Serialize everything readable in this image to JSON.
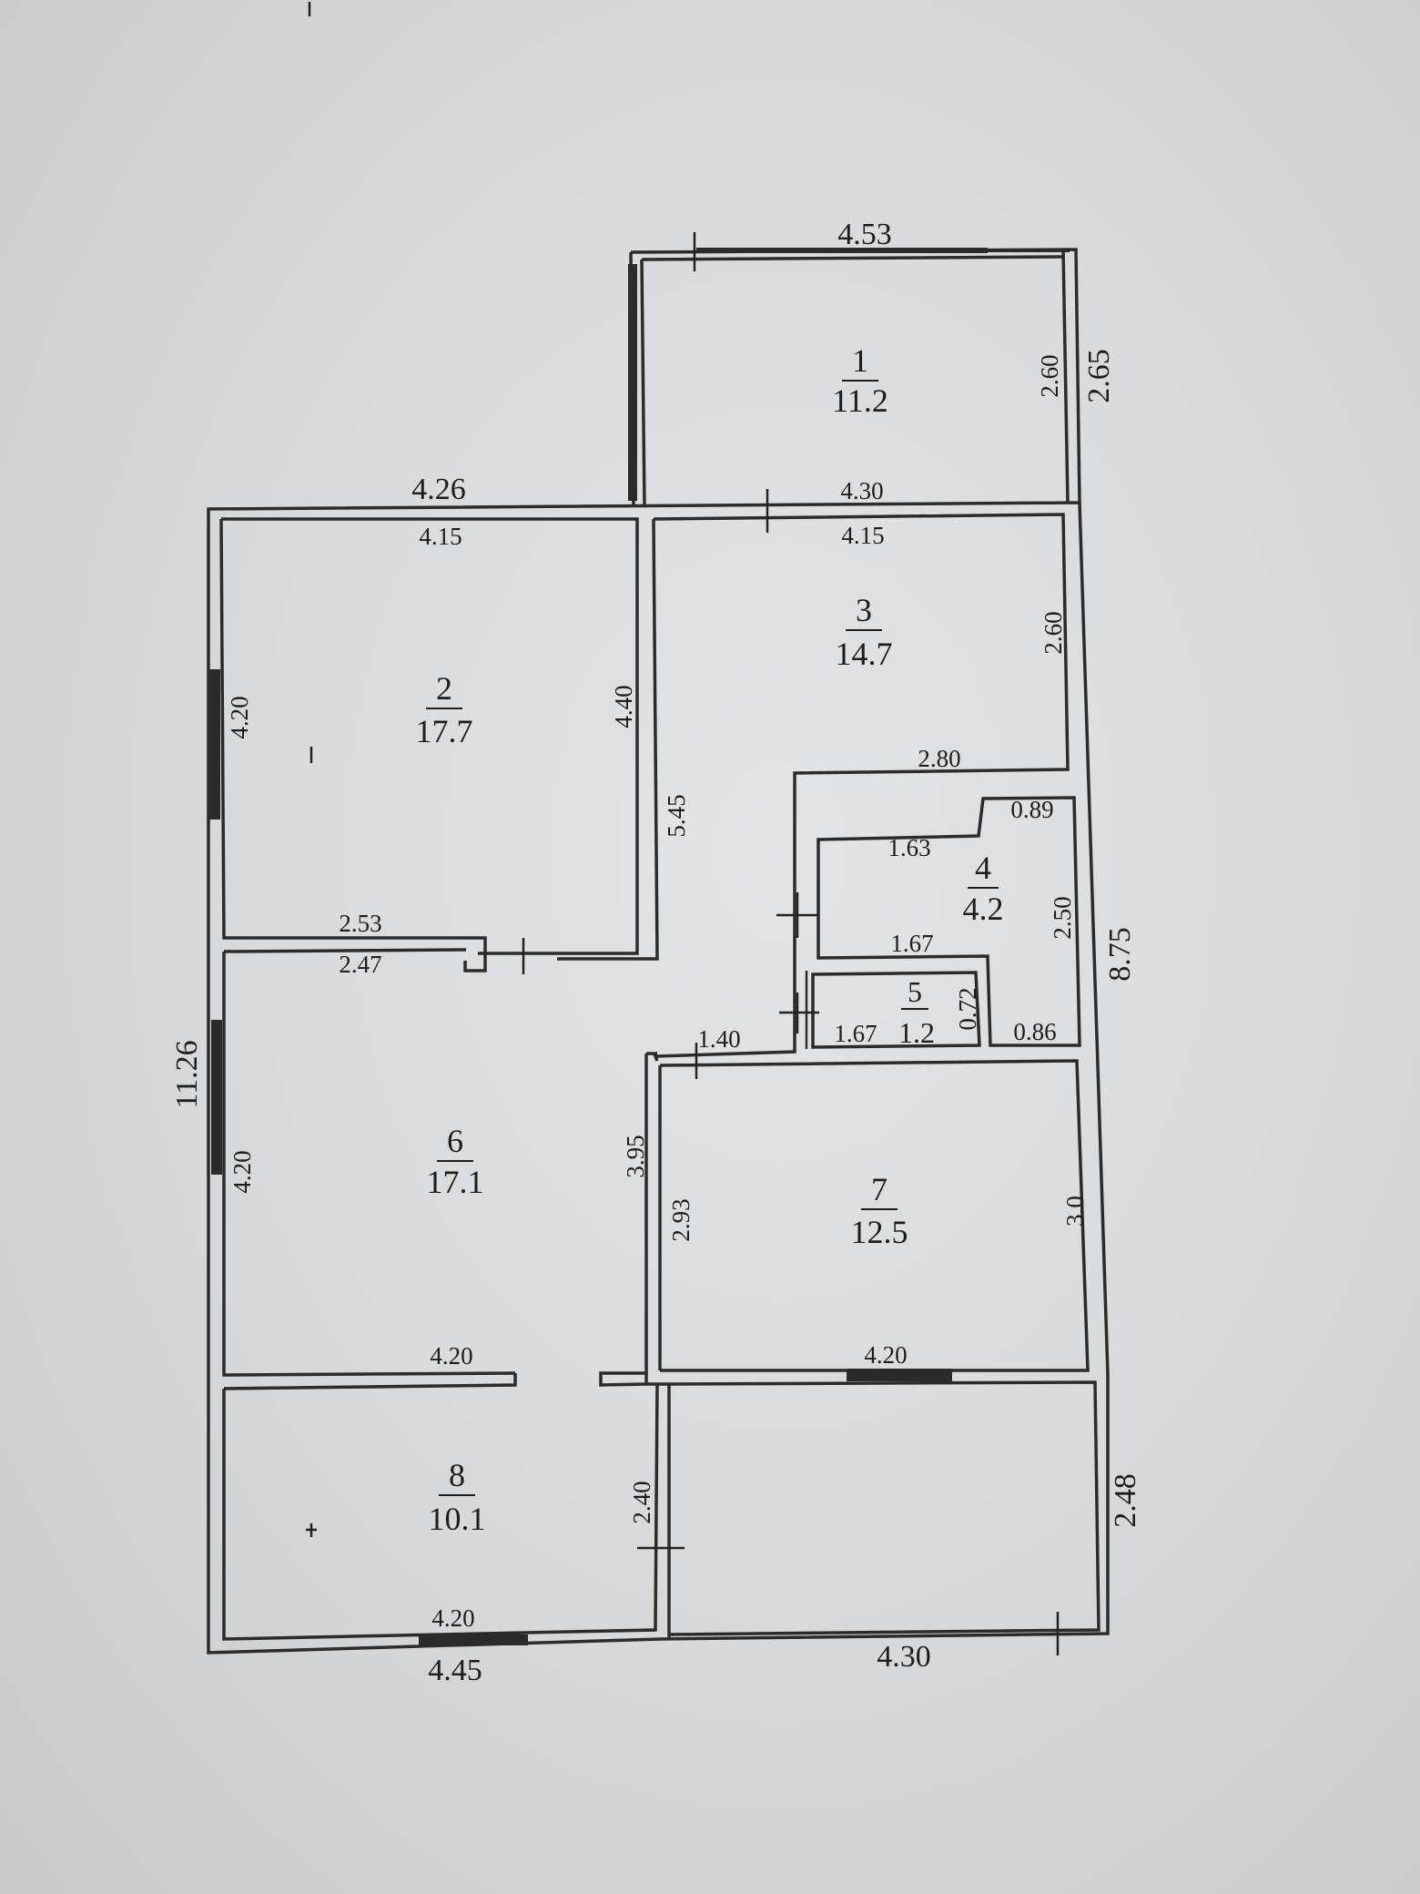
{
  "rooms": [
    {
      "id": "1",
      "number": "1",
      "area": "11.2"
    },
    {
      "id": "2",
      "number": "2",
      "area": "17.7"
    },
    {
      "id": "3",
      "number": "3",
      "area": "14.7"
    },
    {
      "id": "4",
      "number": "4",
      "area": "4.2"
    },
    {
      "id": "5",
      "number": "5",
      "area": "1.2"
    },
    {
      "id": "6",
      "number": "6",
      "area": "17.1"
    },
    {
      "id": "7",
      "number": "7",
      "area": "12.5"
    },
    {
      "id": "8",
      "number": "8",
      "area": "10.1"
    }
  ],
  "dimensions": {
    "room1_top_outer": "4.53",
    "room1_right_inner": "2.60",
    "room1_right_outer": "2.65",
    "room1_bottom": "4.30",
    "top_left_outer": "4.26",
    "room2_top_inner": "4.15",
    "room3_top_inner": "4.15",
    "room2_left": "4.20",
    "room2_right": "4.40",
    "room3_right": "2.60",
    "room3_bottom": "2.80",
    "hall_height": "5.45",
    "room2_bottom_top": "2.53",
    "room6_top": "2.47",
    "room4_top_small": "0.89",
    "room4_top": "1.63",
    "room4_right": "2.50",
    "room4_bottom": "1.67",
    "room5_left": "1.67",
    "room5_right": "0.72",
    "room5_right_outer": "0.86",
    "hall_bottom": "1.40",
    "overall_right": "8.75",
    "overall_left": "11.26",
    "room6_left": "4.20",
    "room6_right": "3.95",
    "room7_left": "2.93",
    "room7_right": "3.0",
    "room6_bottom": "4.20",
    "room7_bottom": "4.20",
    "room8_right": "2.40",
    "bottom_right_outer": "2.48",
    "room8_bottom": "4.20",
    "bottom_left_outer": "4.45",
    "bottom_right_bottom": "4.30"
  }
}
